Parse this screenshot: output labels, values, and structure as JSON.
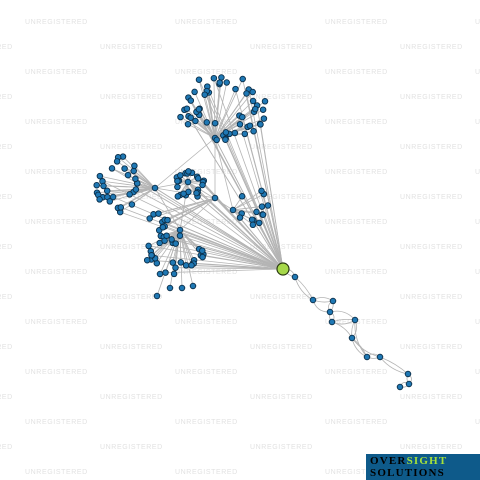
{
  "watermark": {
    "text": "UNREGISTERED"
  },
  "logo": {
    "part1": "OVER",
    "part2": "SIGHT",
    "line2": "SOLUTIONS"
  },
  "colors": {
    "node_fill": "#1f78b4",
    "center_fill": "#a6d84a",
    "edge": "#b4b4b4",
    "logo_bg": "#0e5a8a",
    "logo_accent": "#a6e23a"
  },
  "graph": {
    "center_node_label": "",
    "node_count": 200
  }
}
